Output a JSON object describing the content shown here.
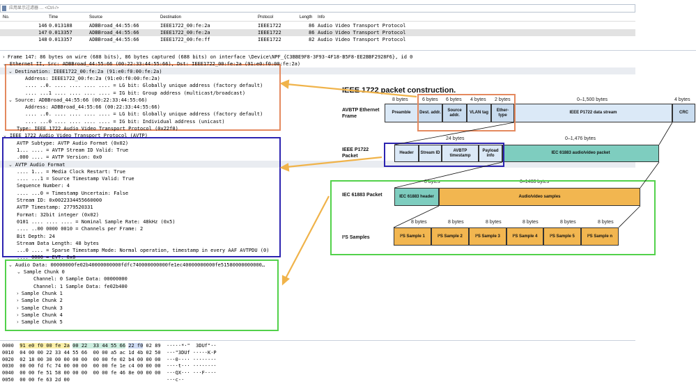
{
  "filter": {
    "placeholder": "应用显示过滤器 … <Ctrl-/>"
  },
  "packet_list": {
    "columns": [
      "No.",
      "Time",
      "Source",
      "Destination",
      "Protocol",
      "Length",
      "Info"
    ],
    "rows": [
      {
        "no": "146",
        "time": "0.013188",
        "source": "ADBBroad_44:55:66",
        "destination": "IEEE1722_00:fe:2a",
        "protocol": "IEEE1722",
        "length": "86",
        "info": "Audio Video Transport Protocol"
      },
      {
        "no": "147",
        "time": "0.013357",
        "source": "ADBBroad_44:55:66",
        "destination": "IEEE1722_00:fe:2a",
        "protocol": "IEEE1722",
        "length": "86",
        "info": "Audio Video Transport Protocol"
      },
      {
        "no": "148",
        "time": "0.013357",
        "source": "ADBBroad_44:55:66",
        "destination": "IEEE1722_00:fe:ff",
        "protocol": "IEEE1722",
        "length": "82",
        "info": "Audio Video Transport Protocol"
      }
    ]
  },
  "details": [
    {
      "text": "Frame 147: 86 bytes on wire (688 bits), 86 bytes captured (688 bits) on interface \\Device\\NPF_{C3BBE9F8-3F93-4F18-B5F8-EE2BBF2928F6}, id 0",
      "arrow": "›"
    },
    {
      "text": "Ethernet II, Src: ADBBroad_44:55:66 (00:22:33:44:55:66), Dst: IEEE1722_00:fe:2a (91:e0:f0:00:fe:2a)",
      "arrow": "⌄"
    },
    {
      "text": "Destination: IEEE1722_00:fe:2a (91:e0:f0:00:fe:2a)",
      "arrow": "⌄"
    },
    {
      "text": "Address: IEEE1722_00:fe:2a (91:e0:f0:00:fe:2a)",
      "arrow": ""
    },
    {
      "text": ".... ..0. .... .... .... .... = LG bit: Globally unique address (factory default)",
      "arrow": ""
    },
    {
      "text": ".... ...1 .... .... .... .... = IG bit: Group address (multicast/broadcast)",
      "arrow": ""
    },
    {
      "text": "Source: ADBBroad_44:55:66 (00:22:33:44:55:66)",
      "arrow": "⌄"
    },
    {
      "text": "Address: ADBBroad_44:55:66 (00:22:33:44:55:66)",
      "arrow": ""
    },
    {
      "text": ".... ..0. .... .... .... .... = LG bit: Globally unique address (factory default)",
      "arrow": ""
    },
    {
      "text": ".... ...0 .... .... .... .... = IG bit: Individual address (unicast)",
      "arrow": ""
    },
    {
      "text": "Type: IEEE 1722 Audio Video Transport Protocol (0x22f0)",
      "arrow": ""
    },
    {
      "text": "IEEE 1722 Audio Video Transport Protocol (AVTP)",
      "arrow": "⌄"
    },
    {
      "text": "AVTP Subtype: AVTP Audio Format (0x02)",
      "arrow": ""
    },
    {
      "text": "1... .... = AVTP Stream ID Valid: True",
      "arrow": ""
    },
    {
      "text": ".000 .... = AVTP Version: 0x0",
      "arrow": ""
    },
    {
      "text": "AVTP Audio Format",
      "arrow": "⌄"
    },
    {
      "text": ".... 1... = Media Clock Restart: True",
      "arrow": ""
    },
    {
      "text": ".... ...1 = Source Timestamp Valid: True",
      "arrow": ""
    },
    {
      "text": "Sequence Number: 4",
      "arrow": ""
    },
    {
      "text": ".... ...0 = Timestamp Uncertain: False",
      "arrow": ""
    },
    {
      "text": "Stream ID: 0x0022334455660000",
      "arrow": ""
    },
    {
      "text": "AVTP Timestamp: 2779520331",
      "arrow": ""
    },
    {
      "text": "Format: 32bit integer (0x02)",
      "arrow": ""
    },
    {
      "text": "0101 .... .... .... = Nominal Sample Rate: 48kHz (0x5)",
      "arrow": ""
    },
    {
      "text": ".... ..00 0000 0010 = Channels per Frame: 2",
      "arrow": ""
    },
    {
      "text": "Bit Depth: 24",
      "arrow": ""
    },
    {
      "text": "Stream Data Length: 48 bytes",
      "arrow": ""
    },
    {
      "text": "...0 .... = Sparse Timestamp Mode: Normal operation, timestamp in every AAF AVTPDU (0)",
      "arrow": ""
    },
    {
      "text": ".... 0000 = EVT: 0x0",
      "arrow": ""
    },
    {
      "text": "Audio Data: 00000000fe02b40000000000fdfc740000000000fe1ec40000000000fe51580000000000…",
      "arrow": "⌄"
    },
    {
      "text": "Sample Chunk 0",
      "arrow": "⌄"
    },
    {
      "text": "Channel: 0 Sample Data: 00000000",
      "arrow": ""
    },
    {
      "text": "Channel: 1 Sample Data: fe02b400",
      "arrow": ""
    },
    {
      "text": "Sample Chunk 1",
      "arrow": "›"
    },
    {
      "text": "Sample Chunk 2",
      "arrow": "›"
    },
    {
      "text": "Sample Chunk 3",
      "arrow": "›"
    },
    {
      "text": "Sample Chunk 4",
      "arrow": "›"
    },
    {
      "text": "Sample Chunk 5",
      "arrow": "›"
    }
  ],
  "hex": [
    {
      "offset": "0000",
      "bytes_a": "91 e0 f0 00 fe 2a",
      "bytes_b": "00 22  33 44 55 66",
      "bytes_c": "22 f0",
      "bytes_d": "02 89",
      "ascii": "·····*·\"  3DUf\"··"
    },
    {
      "offset": "0010",
      "bytes_a": "04 00 00 22 33 44 55 66  00 00 a5 ac 1d 4b 02 50",
      "ascii": "···\"3DUf ·····K·P"
    },
    {
      "offset": "0020",
      "bytes_a": "02 18 00 30 00 00 00 00  00 00 fe 02 b4 00 00 00",
      "ascii": "···0···· ········"
    },
    {
      "offset": "0030",
      "bytes_a": "00 00 fd fc 74 00 00 00  00 00 fe 1e c4 00 00 00",
      "ascii": "····t··· ········"
    },
    {
      "offset": "0040",
      "bytes_a": "00 00 fe 51 58 00 00 00  00 00 fe 46 8e 00 00 00",
      "ascii": "···QX··· ···F····"
    },
    {
      "offset": "0050",
      "bytes_a": "00 00 fe 63 2d 00",
      "ascii": "···c-·"
    }
  ],
  "diagram": {
    "title": "IEEE 1722 packet construction.",
    "avbtp_label": "AVBTP Ethernet Frame",
    "p1722_label": "IEEE P1722 Packet",
    "iec_label": "IEC 61883 Packet",
    "i2s_label": "I²S Samples",
    "eth_sizes": [
      "8 bytes",
      "6 bytes",
      "6 bytes",
      "4 bytes",
      "2 bytes",
      "0–1,500 bytes",
      "4 bytes"
    ],
    "eth_fields": [
      "Preamble",
      "Dest. addr.",
      "Source addr.",
      "VLAN tag",
      "Ether- type",
      "IEEE P1722 data stream",
      "CRC"
    ],
    "p1722_sizes": [
      "24 bytes",
      "0–1,476 bytes"
    ],
    "p1722_fields": [
      "Header",
      "Stream ID",
      "AVBTP timestamp",
      "Payload info",
      "IEC 61883 audio/video packet"
    ],
    "iec_sizes": [
      "8 bytes",
      "0–1468 bytes"
    ],
    "iec_fields": [
      "IEC 61883 header",
      "Audio/video samples"
    ],
    "i2s_size": "8 bytes",
    "i2s_fields": [
      "I²S Sample 1",
      "I²S Sample 2",
      "I²S Sample 3",
      "I²S Sample 4",
      "I²S Sample 5",
      "I²S Sample n"
    ]
  },
  "colors": {
    "orange_box": "#e4895e",
    "blue_box": "#2c23b0",
    "green_box": "#52d14a",
    "arrow": "#f0b34a"
  }
}
